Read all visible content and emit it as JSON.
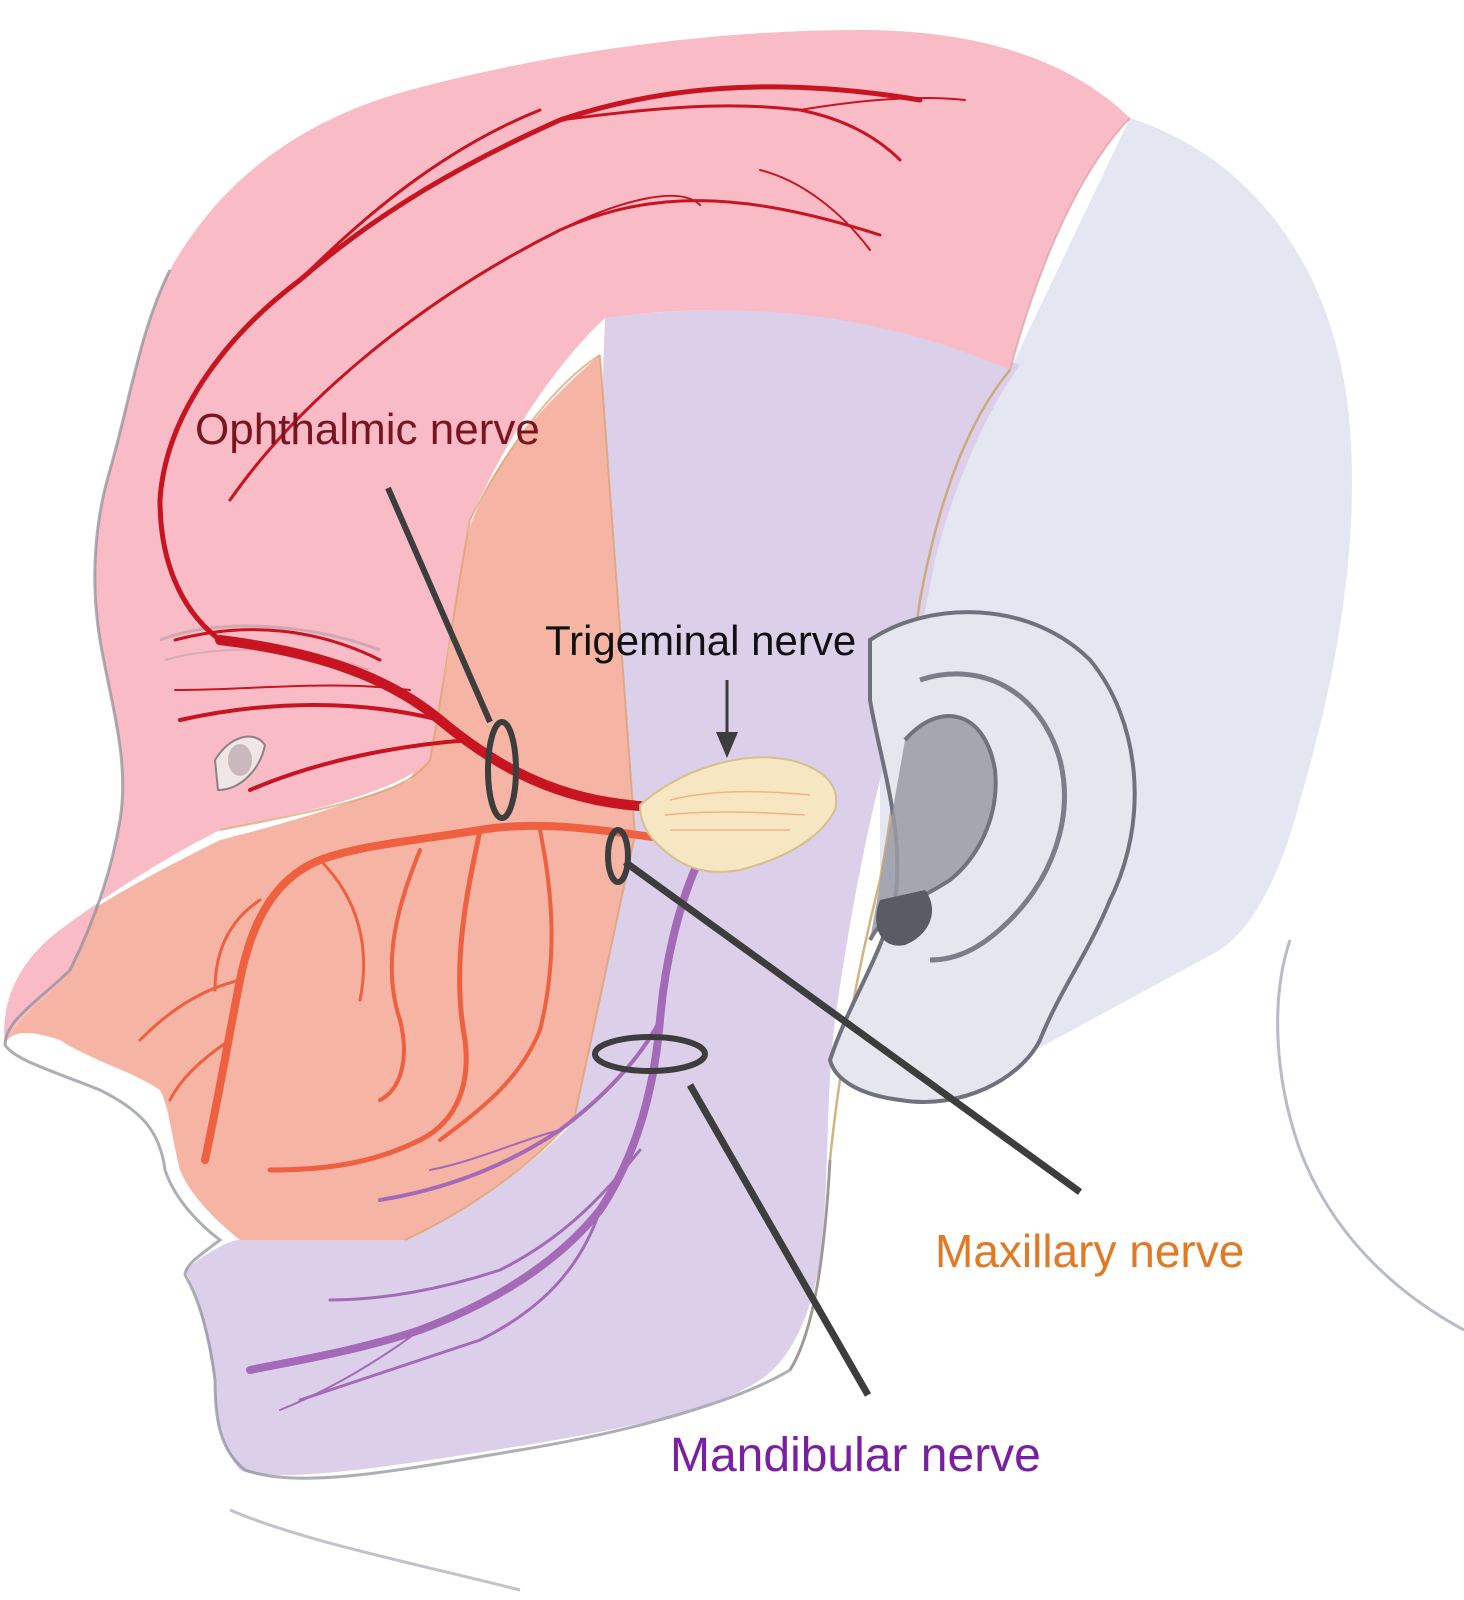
{
  "labels": {
    "ophthalmic": "Ophthalmic nerve",
    "trigeminal": "Trigeminal nerve",
    "maxillary": "Maxillary nerve",
    "mandibular": "Mandibular nerve"
  },
  "colors": {
    "ophthalmic_text": "#7a1420",
    "trigeminal_text": "#111111",
    "maxillary_text": "#e07a24",
    "mandibular_text": "#7b1fa2",
    "ophthalmic_region": "#f9bcc6",
    "maxillary_region": "#f6b5a4",
    "mandibular_region": "#dccfea",
    "scalp_region": "#e4e6f2",
    "ophthalmic_branch": "#c81420",
    "maxillary_branch": "#ee6040",
    "mandibular_branch": "#a46ab8",
    "ganglion": "#f6e7c2",
    "pointer": "#3d3d3d"
  }
}
